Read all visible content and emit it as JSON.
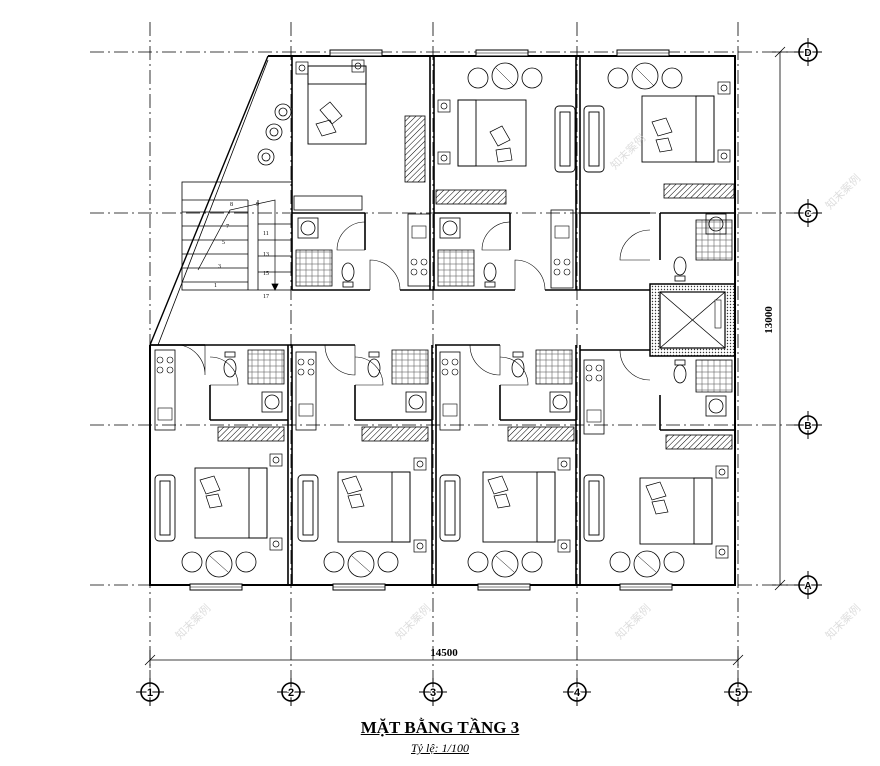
{
  "drawing": {
    "title": "MẶT BẰNG TẦNG 3",
    "scale": "Tỷ lệ: 1/100"
  },
  "dimensions": {
    "width_label": "14500",
    "height_label": "13000"
  },
  "grid_axes": {
    "columns": [
      "1",
      "2",
      "3",
      "4",
      "5"
    ],
    "rows": [
      "D",
      "C",
      "B",
      "A"
    ]
  },
  "stair_steps": [
    "1",
    "3",
    "5",
    "7",
    "8",
    "9",
    "11",
    "13",
    "15",
    "17"
  ],
  "watermark": "知末案例"
}
